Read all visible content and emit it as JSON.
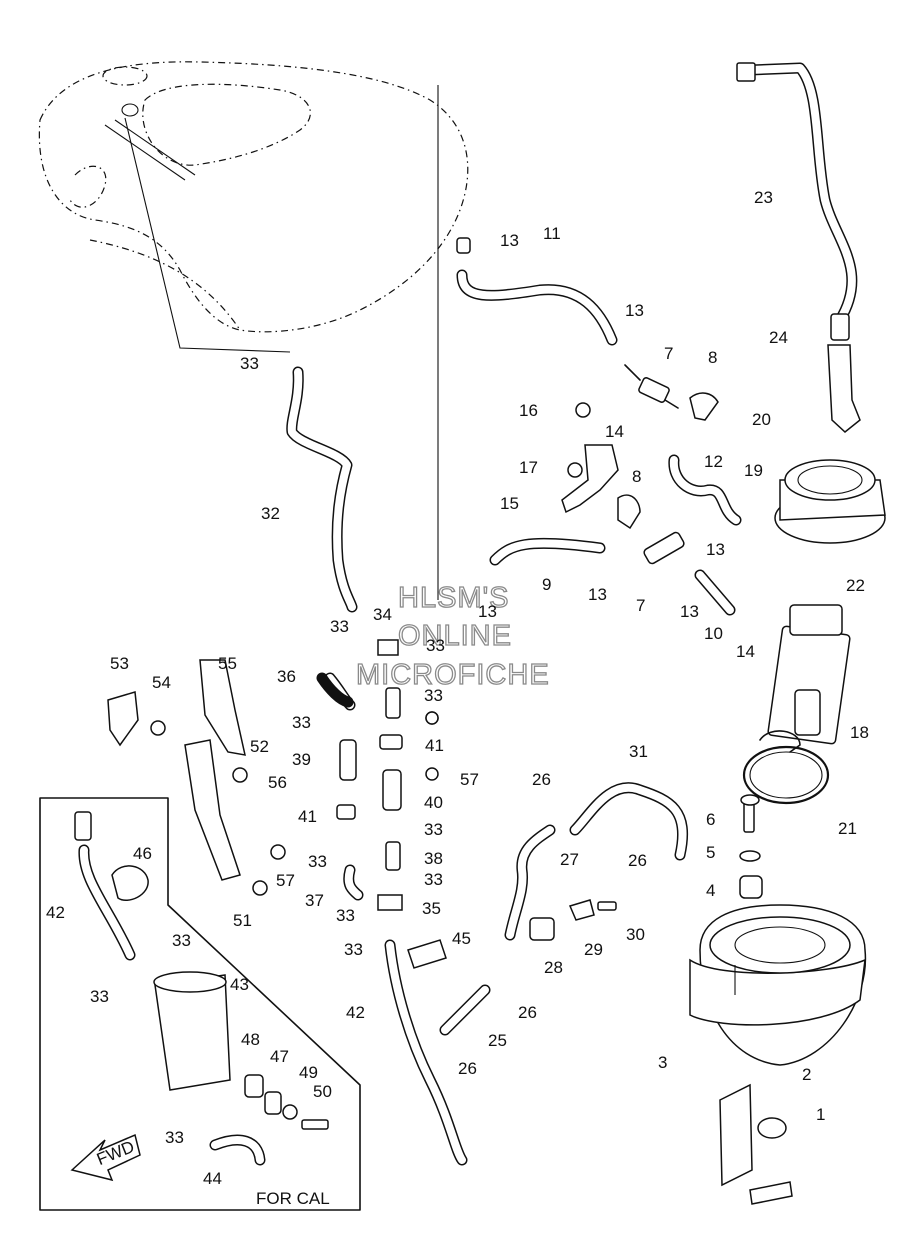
{
  "watermark": [
    "HLSM'S",
    "ONLINE",
    "MICROFICHE"
  ],
  "cal_box_label": "FOR CAL",
  "fwd_label": "FWD",
  "callouts": [
    "1",
    "2",
    "3",
    "4",
    "5",
    "6",
    "7",
    "8",
    "9",
    "10",
    "11",
    "12",
    "13",
    "14",
    "15",
    "16",
    "17",
    "18",
    "19",
    "20",
    "21",
    "22",
    "23",
    "24",
    "25",
    "26",
    "27",
    "28",
    "29",
    "30",
    "31",
    "32",
    "33",
    "34",
    "35",
    "36",
    "37",
    "38",
    "39",
    "40",
    "41",
    "42",
    "43",
    "44",
    "45",
    "46",
    "47",
    "48",
    "49",
    "50",
    "51",
    "52",
    "53",
    "54",
    "55",
    "56",
    "57"
  ]
}
